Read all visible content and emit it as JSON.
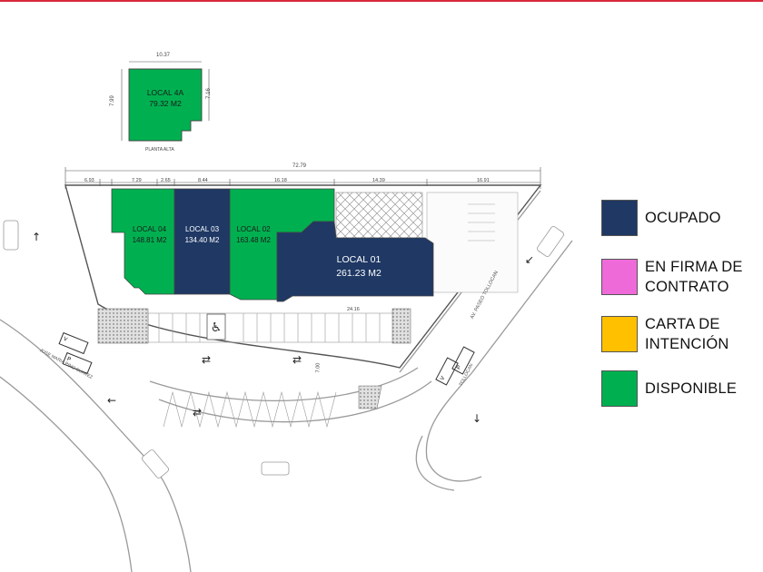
{
  "units": [
    {
      "id": "local-4a",
      "name": "LOCAL 4A",
      "area": "79.32 M2",
      "status": "disponible"
    },
    {
      "id": "local-04",
      "name": "LOCAL 04",
      "area": "148.81 M2",
      "status": "disponible"
    },
    {
      "id": "local-03",
      "name": "LOCAL 03",
      "area": "134.40 M2",
      "status": "ocupado"
    },
    {
      "id": "local-02",
      "name": "LOCAL 02",
      "area": "163.48 M2",
      "status": "disponible"
    },
    {
      "id": "local-01",
      "name": "LOCAL 01",
      "area": "261.23 M2",
      "status": "ocupado"
    }
  ],
  "upper_floor": {
    "caption": "PLANTA ALTA",
    "width_dim": "10.37",
    "left_dim": "7.99",
    "right_dim": "7.16"
  },
  "dimensions": {
    "total": "72.79",
    "segments": [
      "6.93",
      "7.29",
      "2.65",
      "8.44",
      "16.18",
      "14.39",
      "16.91"
    ],
    "local01_bottom": "24.16",
    "driveway": "7.00"
  },
  "streets": {
    "left": "JOSE MARIA PINO SUAREZ",
    "right": "AV. PASEO TOLLOCAN",
    "right_small": "TOLLOCAN"
  },
  "signs": {
    "v_left": "V",
    "p_left": "P",
    "v_right": "V",
    "p_right": "P"
  },
  "legend": [
    {
      "label": "OCUPADO",
      "color": "#1f3864"
    },
    {
      "label": "EN FIRMA DE\nCONTRATO",
      "color": "#ee6ad8"
    },
    {
      "label": "CARTA DE\nINTENCIÓN",
      "color": "#ffc000"
    },
    {
      "label": "DISPONIBLE",
      "color": "#00b050"
    }
  ],
  "colors": {
    "ocupado": "#1f3864",
    "disponible": "#00b050",
    "accent_line": "#d8293b"
  }
}
